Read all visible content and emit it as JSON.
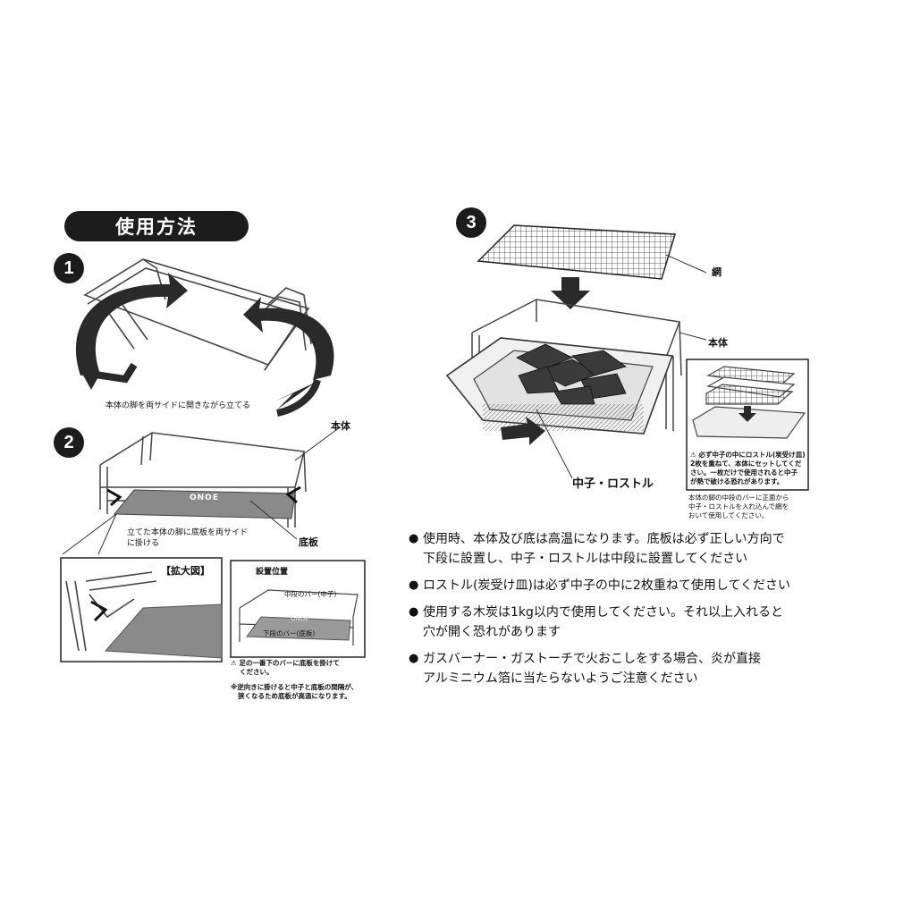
{
  "header": {
    "title": "使用方法"
  },
  "steps": {
    "s1": {
      "num": "1",
      "caption": "本体の脚を両サイドに開きながら立てる"
    },
    "s2": {
      "num": "2",
      "label_body": "本体",
      "label_bottom_plate": "底板",
      "caption_line1": "立てた本体の脚に底板を両サイド",
      "caption_line2": "に掛ける",
      "zoom_title": "【拡大図】",
      "position_title": "設置位置",
      "mid_bar": "中段のバー(中子)",
      "low_bar": "下段のバー(底板)",
      "logo": "ONOE",
      "note1_line1": "⚠ 足の一番下のバーに底板を掛けて",
      "note1_line2": "ください。",
      "note2_line1": "※逆向きに掛けると中子と底板の間隔が、",
      "note2_line2": "狭くなるため底板が高温になります。"
    },
    "s3": {
      "num": "3",
      "label_net": "網",
      "label_body": "本体",
      "label_tray": "中子・ロストル",
      "warn_line1": "⚠ 必ず中子の中にロストル(炭受け皿)",
      "warn_line2": "2枚を重ねて、本体にセットしてくだ",
      "warn_line3": "さい。一枚だけで使用されると中子",
      "warn_line4": "が熱で破ける恐れがあります。",
      "note_line1": "本体の脚の中段のバーに正面から",
      "note_line2": "中子・ロストルを入れ込んで網を",
      "note_line3": "おいて使用してください。"
    }
  },
  "bullets": [
    {
      "line1": "使用時、本体及び底は高温になります。底板は必ず正しい方向で",
      "line2": "下段に設置し、中子・ロストルは中段に設置してください"
    },
    {
      "line1": "ロストル(炭受け皿)は必ず中子の中に2枚重ねて使用してください",
      "line2": ""
    },
    {
      "line1": "使用する木炭は1kg以内で使用してください。それ以上入れると",
      "line2": "穴が開く恐れがあります"
    },
    {
      "line1": "ガスバーナー・ガストーチで火おこしをする場合、炎が直接",
      "line2": "アルミニウム箔に当たらないようご注意ください"
    }
  ],
  "colors": {
    "dark": "#1c1c1c",
    "plate_gray": "#8a8a8a",
    "mesh": "#555555"
  }
}
